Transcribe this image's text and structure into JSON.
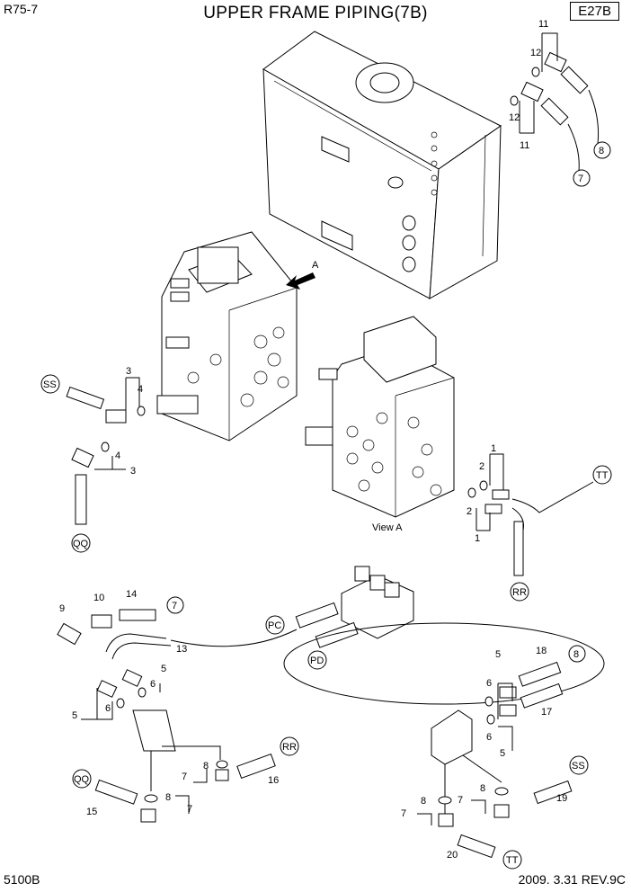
{
  "header": {
    "model": "R75-7",
    "title": "UPPER FRAME PIPING(7B)",
    "ref": "E27B"
  },
  "footer": {
    "code": "5100B",
    "revision": "2009. 3.31 REV.9C"
  },
  "view_labels": {
    "arrow": "A",
    "view": "View A"
  },
  "circle_labels": {
    "c7a": "7",
    "c8a": "8",
    "ss1": "SS",
    "qq1": "QQ",
    "tt1": "TT",
    "rr1": "RR",
    "pc": "PC",
    "pd": "PD",
    "c7b": "7",
    "c8b": "8",
    "rr2": "RR",
    "qq2": "QQ",
    "ss2": "SS",
    "tt2": "TT"
  },
  "part_numbers": {
    "n11a": "11",
    "n12a": "12",
    "n12b": "12",
    "n11b": "11",
    "n3a": "3",
    "n4a": "4",
    "n4b": "4",
    "n3b": "3",
    "n1a": "1",
    "n2a": "2",
    "n2b": "2",
    "n1b": "1",
    "n9": "9",
    "n10": "10",
    "n14": "14",
    "n13": "13",
    "n5a": "5",
    "n6a": "6",
    "n5b": "5",
    "n6b": "6",
    "n8a": "8",
    "n7a": "7",
    "n16": "16",
    "n8b": "8",
    "n7b": "7",
    "n15": "15",
    "n5c": "5",
    "n6c": "6",
    "n18": "18",
    "n17": "17",
    "n6d": "6",
    "n5d": "5",
    "n8c": "8",
    "n7c": "7",
    "n8d": "8",
    "n7d": "7",
    "n19": "19",
    "n20": "20"
  }
}
